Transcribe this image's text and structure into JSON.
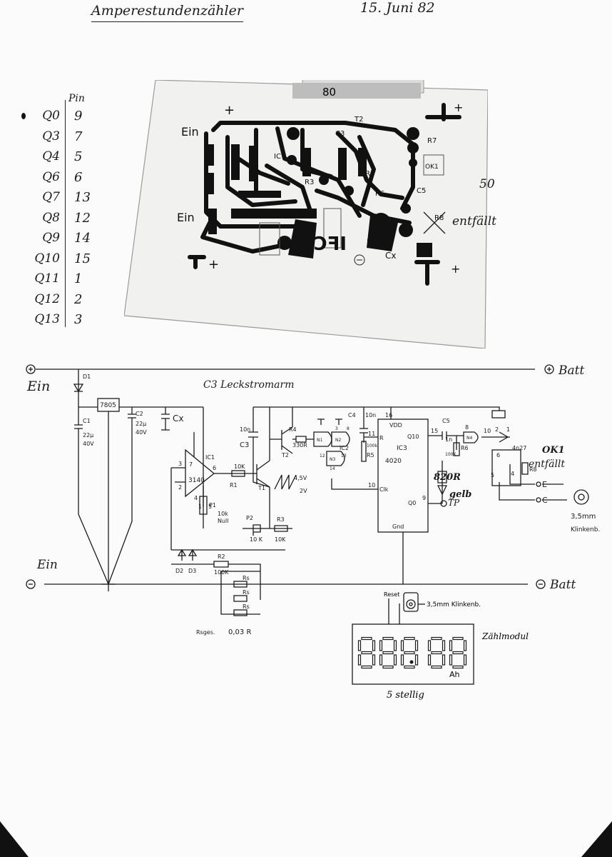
{
  "header": {
    "title": "Amperestundenzähler",
    "date": "15. Juni 82"
  },
  "pin_table": {
    "header": "Pin",
    "rows": [
      {
        "output": "Q0",
        "pin": "9"
      },
      {
        "output": "Q3",
        "pin": "7"
      },
      {
        "output": "Q4",
        "pin": "5"
      },
      {
        "output": "Q6",
        "pin": "6"
      },
      {
        "output": "Q7",
        "pin": "13"
      },
      {
        "output": "Q8",
        "pin": "12"
      },
      {
        "output": "Q9",
        "pin": "14"
      },
      {
        "output": "Q10",
        "pin": "15"
      },
      {
        "output": "Q11",
        "pin": "1"
      },
      {
        "output": "Q12",
        "pin": "2"
      },
      {
        "output": "Q13",
        "pin": "3"
      }
    ]
  },
  "pcb": {
    "tape_label": "80",
    "dim_right": "50",
    "ein_top": "Ein",
    "ein_bottom": "Ein",
    "r8_note": "entfällt",
    "plus": "+",
    "labels": {
      "t2": "T2",
      "c3": "C3",
      "r7": "R7",
      "ok1": "OK1",
      "r1": "R1",
      "r3": "R3",
      "r6": "R6",
      "c5": "C5",
      "r5": "R5",
      "cx": "Cx",
      "r8": "R8",
      "ic": "IC"
    }
  },
  "schematic": {
    "ein_plus": "Ein",
    "ein_minus": "Ein",
    "batt_plus": "Batt",
    "batt_minus": "Batt",
    "c3_note": "C3 Leckstromarm",
    "d1": "D1",
    "reg": "7805",
    "c1": "C1",
    "c1_val": "22µ",
    "c1_v": "40V",
    "c2": "C2",
    "c2_val": "22µ",
    "c2_v": "40V",
    "cx": "Cx",
    "ic1": "IC1",
    "opamp": "3140",
    "pin7": "7",
    "pin6": "6",
    "pin3": "3",
    "pin2": "2",
    "pin4": "4",
    "pin1": "1",
    "pin5": "5",
    "p1": "P1",
    "p1_val": "10k",
    "p1_null": "Null",
    "r1_val": "10K",
    "r1": "R1",
    "t1": "T1",
    "c3_val": "10n",
    "c3": "C3",
    "t2": "T2",
    "r4": "R4",
    "r4_val": "330R",
    "ramp": "4,5V",
    "ramp2": "2V",
    "p2": "P2",
    "p2_val": "10 K",
    "r3": "R3",
    "r3_val": "10K",
    "d2": "D2",
    "d3": "D3",
    "r2": "R2",
    "r2_val": "100K",
    "rs": "Rs",
    "rs_total": "Rsges.",
    "rs_total_val": "0,03 R",
    "ic2": "IC2",
    "n1": "N1",
    "n2": "N2",
    "n3": "N3",
    "n4": "N4",
    "c4": "C4",
    "c4_val": "10n",
    "r5": "R5",
    "r5_val": "100k",
    "ic3": "IC3",
    "ic3_type": "4020",
    "vdd": "VDD",
    "pin16": "16",
    "r_pin": "R",
    "clk": "Clk",
    "q10": "Q10",
    "q0": "Q0",
    "gnd": "Gnd",
    "pin11": "11",
    "pin10": "10",
    "pin15": "15",
    "pin9": "9",
    "pin8": "8",
    "c5": "C5",
    "c5_val": "1n",
    "r6": "R6",
    "r6_val": "100K",
    "r820": "820R",
    "led": "gelb",
    "tp": "TP",
    "ok1": "OK1",
    "ok1_type": "4n27",
    "ok1_note": "entfällt",
    "r8": "R8",
    "e": "E",
    "c": "C",
    "jack": "3,5mm",
    "jack2": "Klinkenb.",
    "pin_6b": "6",
    "pin_5b": "5",
    "pin_4b": "4",
    "pin_2b": "2",
    "pin_1b": "1",
    "pin_10b": "10",
    "pin_12": "12",
    "pin_13": "13",
    "pin_14": "14",
    "pin_3b": "3",
    "pin_8b": "8"
  },
  "counter_module": {
    "label": "Zählmodul",
    "display": "888.88",
    "unit": "Ah",
    "digits_note": "5 stellig",
    "reset": "Reset",
    "jack": "3,5mm Klinkenb."
  }
}
